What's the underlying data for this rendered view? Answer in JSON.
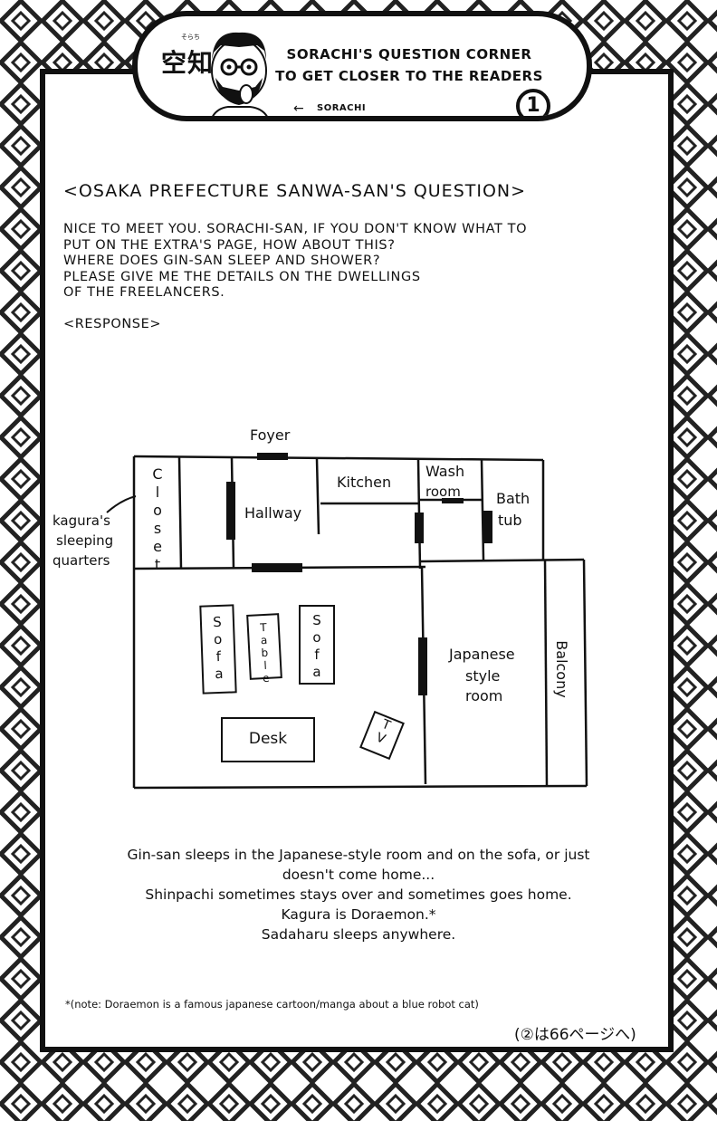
{
  "header": {
    "kanji": "空知の",
    "ruby": "そらち",
    "title_line1": "SORACHI'S QUESTION CORNER",
    "title_line2": "TO GET CLOSER TO THE READERS",
    "author_arrow": "←",
    "author_label": "SORACHI",
    "number": "1"
  },
  "question": {
    "heading": "<OSAKA PREFECTURE SANWA-SAN'S QUESTION>",
    "body": "NICE TO MEET YOU. SORACHI-SAN, IF YOU DON'T KNOW WHAT TO\nPUT ON THE EXTRA'S PAGE, HOW ABOUT THIS?\nWHERE DOES GIN-SAN SLEEP AND SHOWER?\nPLEASE GIVE ME THE DETAILS ON THE DWELLINGS\nOF THE FREELANCERS.",
    "response_label": "<RESPONSE>"
  },
  "floorplan": {
    "foyer": "Foyer",
    "closet": "Closet",
    "hallway": "Hallway",
    "kitchen": "Kitchen",
    "washroom_1": "Wash",
    "washroom_2": "room",
    "bathtub_1": "Bath",
    "bathtub_2": "tub",
    "kagura_1": "kagura's",
    "kagura_2": "sleeping",
    "kagura_3": "quarters",
    "sofa": "Sofa",
    "table": "Table",
    "desk": "Desk",
    "tv": "TV",
    "japanese_1": "Japanese",
    "japanese_2": "style",
    "japanese_3": "room",
    "balcony": "Balcony"
  },
  "answer": {
    "line1": "Gin-san sleeps in the Japanese-style room and on the sofa, or just",
    "line2": "doesn't come home...",
    "line3": "Shinpachi sometimes stays over and sometimes goes home.",
    "line4": "Kagura is Doraemon.*",
    "line5": "Sadaharu sleeps anywhere."
  },
  "note": "*(note: Doraemon is a famous japanese cartoon/manga about a blue robot cat)",
  "page_ref": "(②は66ページへ)"
}
